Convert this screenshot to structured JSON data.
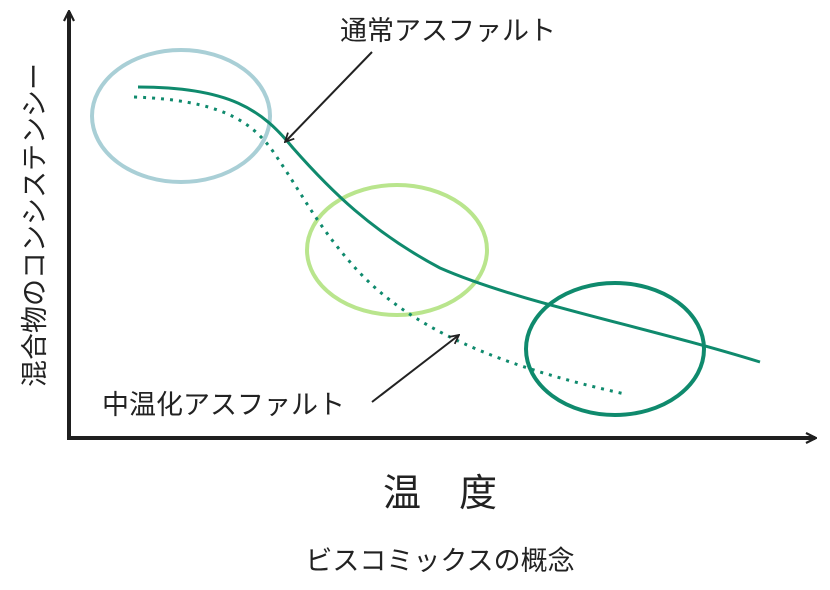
{
  "labels": {
    "y_axis": "混合物のコンシステンシー",
    "x_axis": "温　度",
    "normal_asphalt": "通常アスファルト",
    "warm_mix_asphalt": "中温化アスファルト",
    "caption": "ビスコミックスの概念"
  },
  "colors": {
    "axis": "#1f1f1f",
    "curve": "#0f8a6d",
    "circle_low_temp": "#a9cfd6",
    "circle_mid_temp": "#b9e58d",
    "circle_high_temp": "#0f8a6d",
    "text": "#222222"
  }
}
